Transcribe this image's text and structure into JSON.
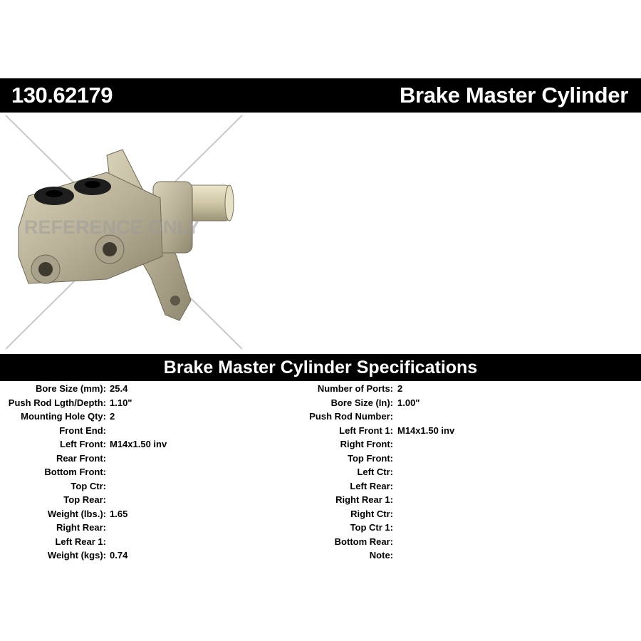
{
  "header": {
    "part_number": "130.62179",
    "product_title": "Brake Master Cylinder"
  },
  "image": {
    "watermark": "REFERENCE ONLY"
  },
  "specs": {
    "title": "Brake Master Cylinder Specifications",
    "left": [
      {
        "label": "Bore Size (mm):",
        "value": "25.4"
      },
      {
        "label": "Push Rod Lgth/Depth:",
        "value": "1.10\""
      },
      {
        "label": "Mounting Hole Qty:",
        "value": "2"
      },
      {
        "label": "Front End:",
        "value": ""
      },
      {
        "label": "Left Front:",
        "value": "M14x1.50 inv"
      },
      {
        "label": "Rear Front:",
        "value": ""
      },
      {
        "label": "Bottom Front:",
        "value": ""
      },
      {
        "label": "Top Ctr:",
        "value": ""
      },
      {
        "label": "Top Rear:",
        "value": ""
      },
      {
        "label": "Weight (lbs.):",
        "value": "1.65"
      },
      {
        "label": "Right Rear:",
        "value": ""
      },
      {
        "label": "Left Rear 1:",
        "value": ""
      },
      {
        "label": "Weight (kgs):",
        "value": "0.74"
      }
    ],
    "right": [
      {
        "label": "Number of Ports:",
        "value": "2"
      },
      {
        "label": "Bore Size (In):",
        "value": "1.00\""
      },
      {
        "label": "Push Rod Number:",
        "value": ""
      },
      {
        "label": "Left Front 1:",
        "value": "M14x1.50 inv"
      },
      {
        "label": "Right Front:",
        "value": ""
      },
      {
        "label": "Top Front:",
        "value": ""
      },
      {
        "label": "Left Ctr:",
        "value": ""
      },
      {
        "label": "Left Rear:",
        "value": ""
      },
      {
        "label": "Right Rear 1:",
        "value": ""
      },
      {
        "label": "Right Ctr:",
        "value": ""
      },
      {
        "label": "Top Ctr 1:",
        "value": ""
      },
      {
        "label": "Bottom Rear:",
        "value": ""
      },
      {
        "label": "Note:",
        "value": ""
      }
    ]
  }
}
